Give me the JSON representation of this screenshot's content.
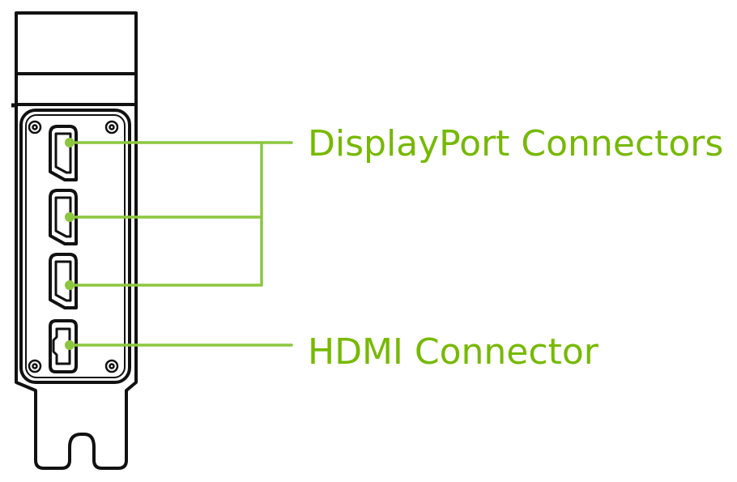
{
  "diagram": {
    "colors": {
      "outline": "#111111",
      "accent": "#8cc63f",
      "label": "#76b900",
      "background": "#ffffff"
    },
    "labels": {
      "displayport": "DisplayPort Connectors",
      "hdmi": "HDMI Connector"
    },
    "ports": [
      {
        "type": "DisplayPort"
      },
      {
        "type": "DisplayPort"
      },
      {
        "type": "DisplayPort"
      },
      {
        "type": "HDMI"
      }
    ]
  }
}
